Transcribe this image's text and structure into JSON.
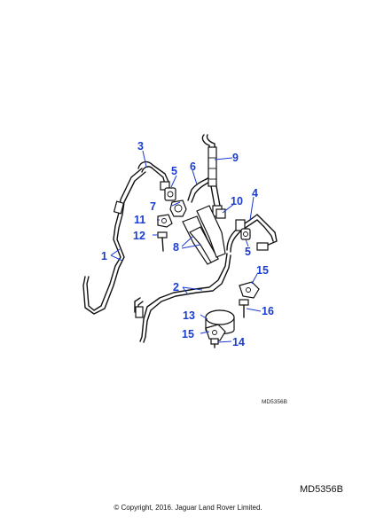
{
  "diagram": {
    "callouts": [
      {
        "id": "c1",
        "label": "1"
      },
      {
        "id": "c2",
        "label": "2"
      },
      {
        "id": "c3",
        "label": "3"
      },
      {
        "id": "c4",
        "label": "4"
      },
      {
        "id": "c5a",
        "label": "5"
      },
      {
        "id": "c5b",
        "label": "5"
      },
      {
        "id": "c6",
        "label": "6"
      },
      {
        "id": "c7",
        "label": "7"
      },
      {
        "id": "c8",
        "label": "8"
      },
      {
        "id": "c9",
        "label": "9"
      },
      {
        "id": "c10",
        "label": "10"
      },
      {
        "id": "c11",
        "label": "11"
      },
      {
        "id": "c12",
        "label": "12"
      },
      {
        "id": "c13",
        "label": "13"
      },
      {
        "id": "c14",
        "label": "14"
      },
      {
        "id": "c15a",
        "label": "15"
      },
      {
        "id": "c15b",
        "label": "15"
      },
      {
        "id": "c16",
        "label": "16"
      }
    ],
    "small_reference": "MD5356B",
    "colors": {
      "callout": "#1a3ccf",
      "line": "#111111"
    }
  },
  "footer": {
    "reference_code": "MD5356B",
    "copyright": "© Copyright, 2016. Jaguar Land Rover Limited."
  }
}
